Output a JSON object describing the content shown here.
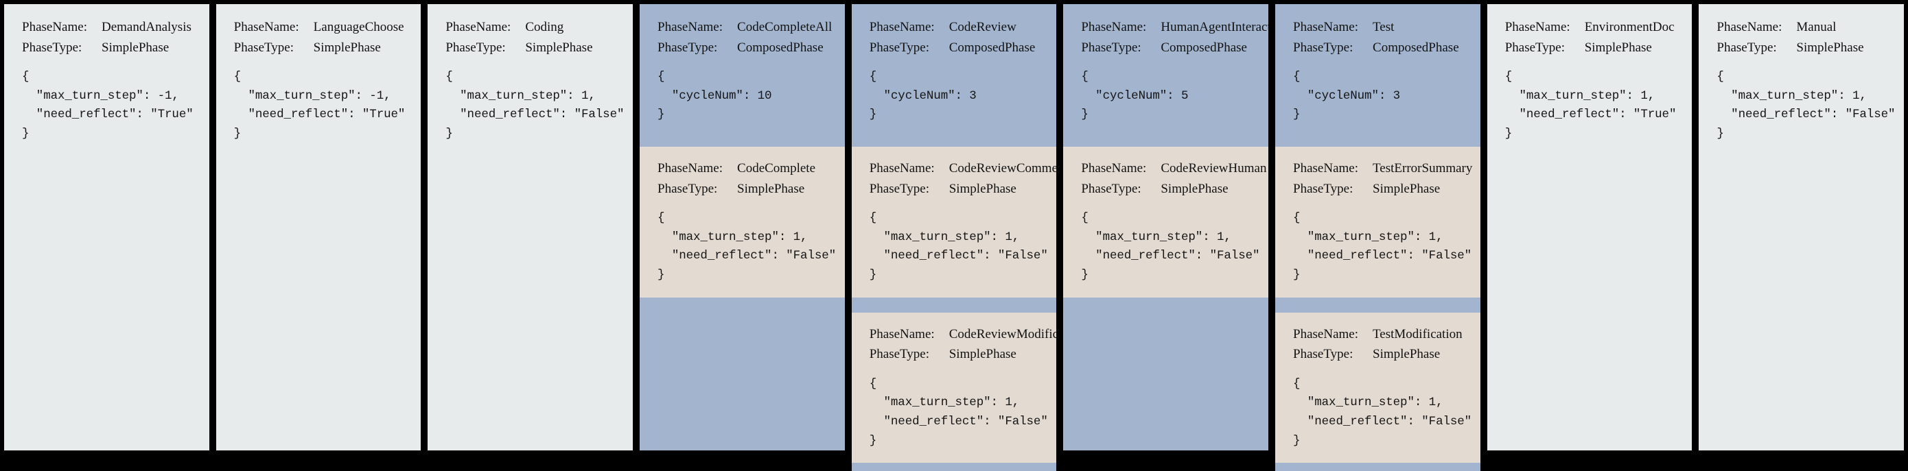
{
  "meta_labels": {
    "phase_name": "PhaseName:",
    "phase_type": "PhaseType:"
  },
  "colors": {
    "background": "#000000",
    "simple_phase_bg": "#e8ebeb",
    "composed_phase_bg": "#a3b4cf",
    "sub_phase_bg": "#e3dbd2",
    "text": "#121212"
  },
  "columns": [
    {
      "id": "demand-analysis",
      "kind": "simple",
      "phase_name": "DemandAnalysis",
      "phase_type": "SimplePhase",
      "config": "{\n  \"max_turn_step\": -1,\n  \"need_reflect\": \"True\"\n}"
    },
    {
      "id": "language-choose",
      "kind": "simple",
      "phase_name": "LanguageChoose",
      "phase_type": "SimplePhase",
      "config": "{\n  \"max_turn_step\": -1,\n  \"need_reflect\": \"True\"\n}"
    },
    {
      "id": "coding",
      "kind": "simple",
      "phase_name": "Coding",
      "phase_type": "SimplePhase",
      "config": "{\n  \"max_turn_step\": 1,\n  \"need_reflect\": \"False\"\n}"
    },
    {
      "id": "code-complete-all",
      "kind": "composed",
      "phase_name": "CodeCompleteAll",
      "phase_type": "ComposedPhase",
      "config": "{\n  \"cycleNum\": 10\n}",
      "subphases": [
        {
          "id": "code-complete",
          "phase_name": "CodeComplete",
          "phase_type": "SimplePhase",
          "config": "{\n  \"max_turn_step\": 1,\n  \"need_reflect\": \"False\"\n}"
        }
      ]
    },
    {
      "id": "code-review",
      "kind": "composed",
      "phase_name": "CodeReview",
      "phase_type": "ComposedPhase",
      "config": "{\n  \"cycleNum\": 3\n}",
      "subphases": [
        {
          "id": "code-review-comment",
          "phase_name": "CodeReviewComment",
          "phase_type": "SimplePhase",
          "config": "{\n  \"max_turn_step\": 1,\n  \"need_reflect\": \"False\"\n}"
        },
        {
          "id": "code-review-modification",
          "phase_name": "CodeReviewModification",
          "phase_type": "SimplePhase",
          "config": "{\n  \"max_turn_step\": 1,\n  \"need_reflect\": \"False\"\n}"
        }
      ]
    },
    {
      "id": "human-agent-interaction",
      "kind": "composed",
      "phase_name": "HumanAgentInteraction",
      "phase_type": "ComposedPhase",
      "config": "{\n  \"cycleNum\": 5\n}",
      "subphases": [
        {
          "id": "code-review-human",
          "phase_name": "CodeReviewHuman",
          "phase_type": "SimplePhase",
          "config": "{\n  \"max_turn_step\": 1,\n  \"need_reflect\": \"False\"\n}"
        }
      ]
    },
    {
      "id": "test",
      "kind": "composed",
      "phase_name": "Test",
      "phase_type": "ComposedPhase",
      "config": "{\n  \"cycleNum\": 3\n}",
      "subphases": [
        {
          "id": "test-error-summary",
          "phase_name": "TestErrorSummary",
          "phase_type": "SimplePhase",
          "config": "{\n  \"max_turn_step\": 1,\n  \"need_reflect\": \"False\"\n}"
        },
        {
          "id": "test-modification",
          "phase_name": "TestModification",
          "phase_type": "SimplePhase",
          "config": "{\n  \"max_turn_step\": 1,\n  \"need_reflect\": \"False\"\n}"
        }
      ]
    },
    {
      "id": "environment-doc",
      "kind": "simple",
      "phase_name": "EnvironmentDoc",
      "phase_type": "SimplePhase",
      "config": "{\n  \"max_turn_step\": 1,\n  \"need_reflect\": \"True\"\n}"
    },
    {
      "id": "manual",
      "kind": "simple",
      "phase_name": "Manual",
      "phase_type": "SimplePhase",
      "config": "{\n  \"max_turn_step\": 1,\n  \"need_reflect\": \"False\"\n}"
    }
  ]
}
